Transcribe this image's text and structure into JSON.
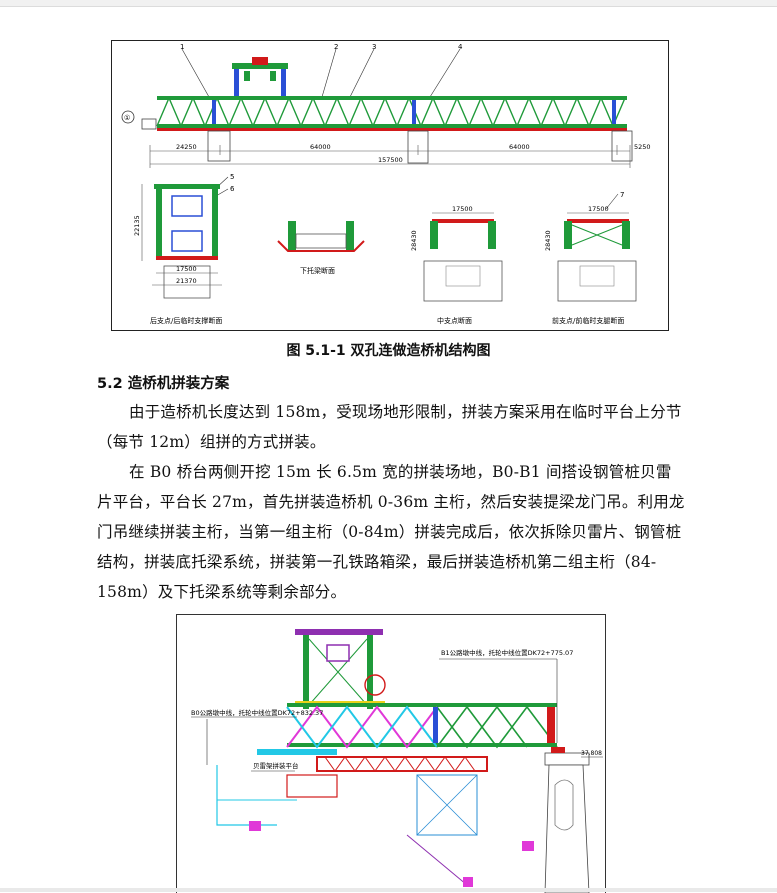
{
  "figure1": {
    "caption": "图 5.1-1    双孔连做造桥机结构图",
    "callouts": [
      "1",
      "2",
      "3",
      "4",
      "5",
      "6",
      "7"
    ],
    "circle_label": "①",
    "dims": {
      "d1": "24250",
      "d2": "64000",
      "d3": "64000",
      "d4": "5250",
      "total": "157500",
      "width1": "17500",
      "width1b": "21370",
      "height1": "22135",
      "width2": "17500",
      "height2": "28430",
      "width3": "17500",
      "height3": "28430"
    },
    "panel_labels": {
      "rear": "后支点/后临时支撑断面",
      "lower_beam": "下托梁断面",
      "middle": "中支点断面",
      "front": "前支点/前临时支腿断面"
    }
  },
  "section": {
    "heading": "5.2  造桥机拼装方案",
    "paragraph1": "由于造桥机长度达到 158m，受现场地形限制，拼装方案采用在临时平台上分节（每节 12m）组拼的方式拼装。",
    "paragraph2": "在 B0 桥台两侧开挖 15m 长 6.5m 宽的拼装场地，B0-B1 间搭设钢管桩贝雷片平台，平台长 27m，首先拼装造桥机 0-36m 主桁，然后安装提梁龙门吊。利用龙门吊继续拼装主桁，当第一组主桁（0-84m）拼装完成后，依次拆除贝雷片、钢管桩结构，拼装底托梁系统，拼装第一孔铁路箱梁，最后拼装造桥机第二组主桁（84-158m）及下托梁系统等剩余部分。"
  },
  "figure2": {
    "label_b1": "B1公路墩中线，托轮中线位置DK72+775.07",
    "label_b0": "B0公路墩中线，托轮中线位置DK72+832.37",
    "label_platform": "贝雷架拼装平台",
    "label_elev": "37.808"
  },
  "colors": {
    "truss_green": "#1f9a3a",
    "truss_red": "#d11a1a",
    "truss_blue": "#2a4fd6",
    "cyan": "#22c8e6",
    "magenta": "#e038d8",
    "yellow": "#e8d21a",
    "purple": "#8e2fb0"
  }
}
